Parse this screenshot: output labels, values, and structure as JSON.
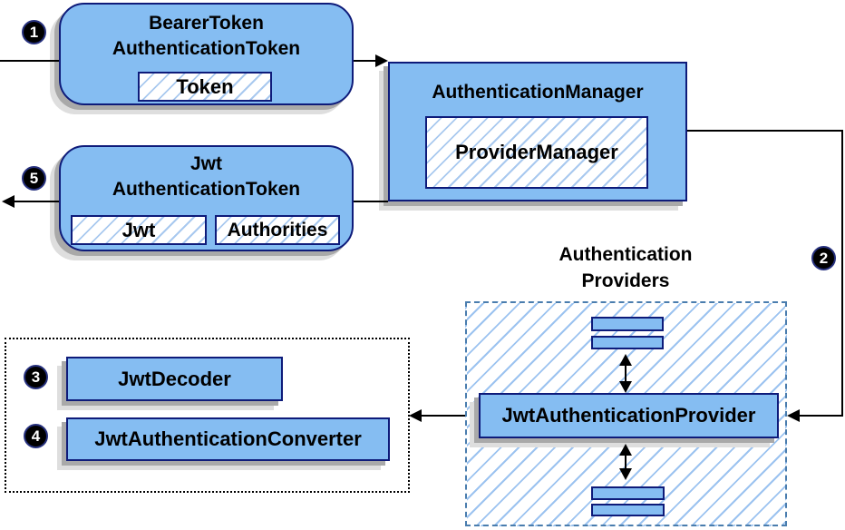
{
  "diagram": {
    "nodes": {
      "bearer_token": {
        "title_line1": "BearerToken",
        "title_line2": "AuthenticationToken",
        "field_token": "Token"
      },
      "authentication_manager": {
        "title": "AuthenticationManager",
        "inner": "ProviderManager"
      },
      "jwt_authentication_token": {
        "title_line1": "Jwt",
        "title_line2": "AuthenticationToken",
        "field_jwt": "Jwt",
        "field_authorities": "Authorities"
      },
      "authentication_providers": {
        "label_line1": "Authentication",
        "label_line2": "Providers"
      },
      "jwt_authentication_provider": {
        "label": "JwtAuthenticationProvider"
      },
      "jwt_decoder": {
        "label": "JwtDecoder"
      },
      "jwt_authentication_converter": {
        "label": "JwtAuthenticationConverter"
      }
    },
    "steps": {
      "s1": "1",
      "s2": "2",
      "s3": "3",
      "s4": "4",
      "s5": "5"
    },
    "colors": {
      "node_fill": "#85bdf2",
      "node_border": "#0e1b7a",
      "hatch_line": "#a9c9ef",
      "providers_dash_border": "#4a7dae",
      "decoder_dotted_border": "#000000",
      "shadow_dark": "#a9a9a9",
      "shadow_light": "#dedede",
      "connector": "#000000",
      "step_badge_bg": "#000000",
      "step_badge_text": "#ffffff"
    }
  }
}
